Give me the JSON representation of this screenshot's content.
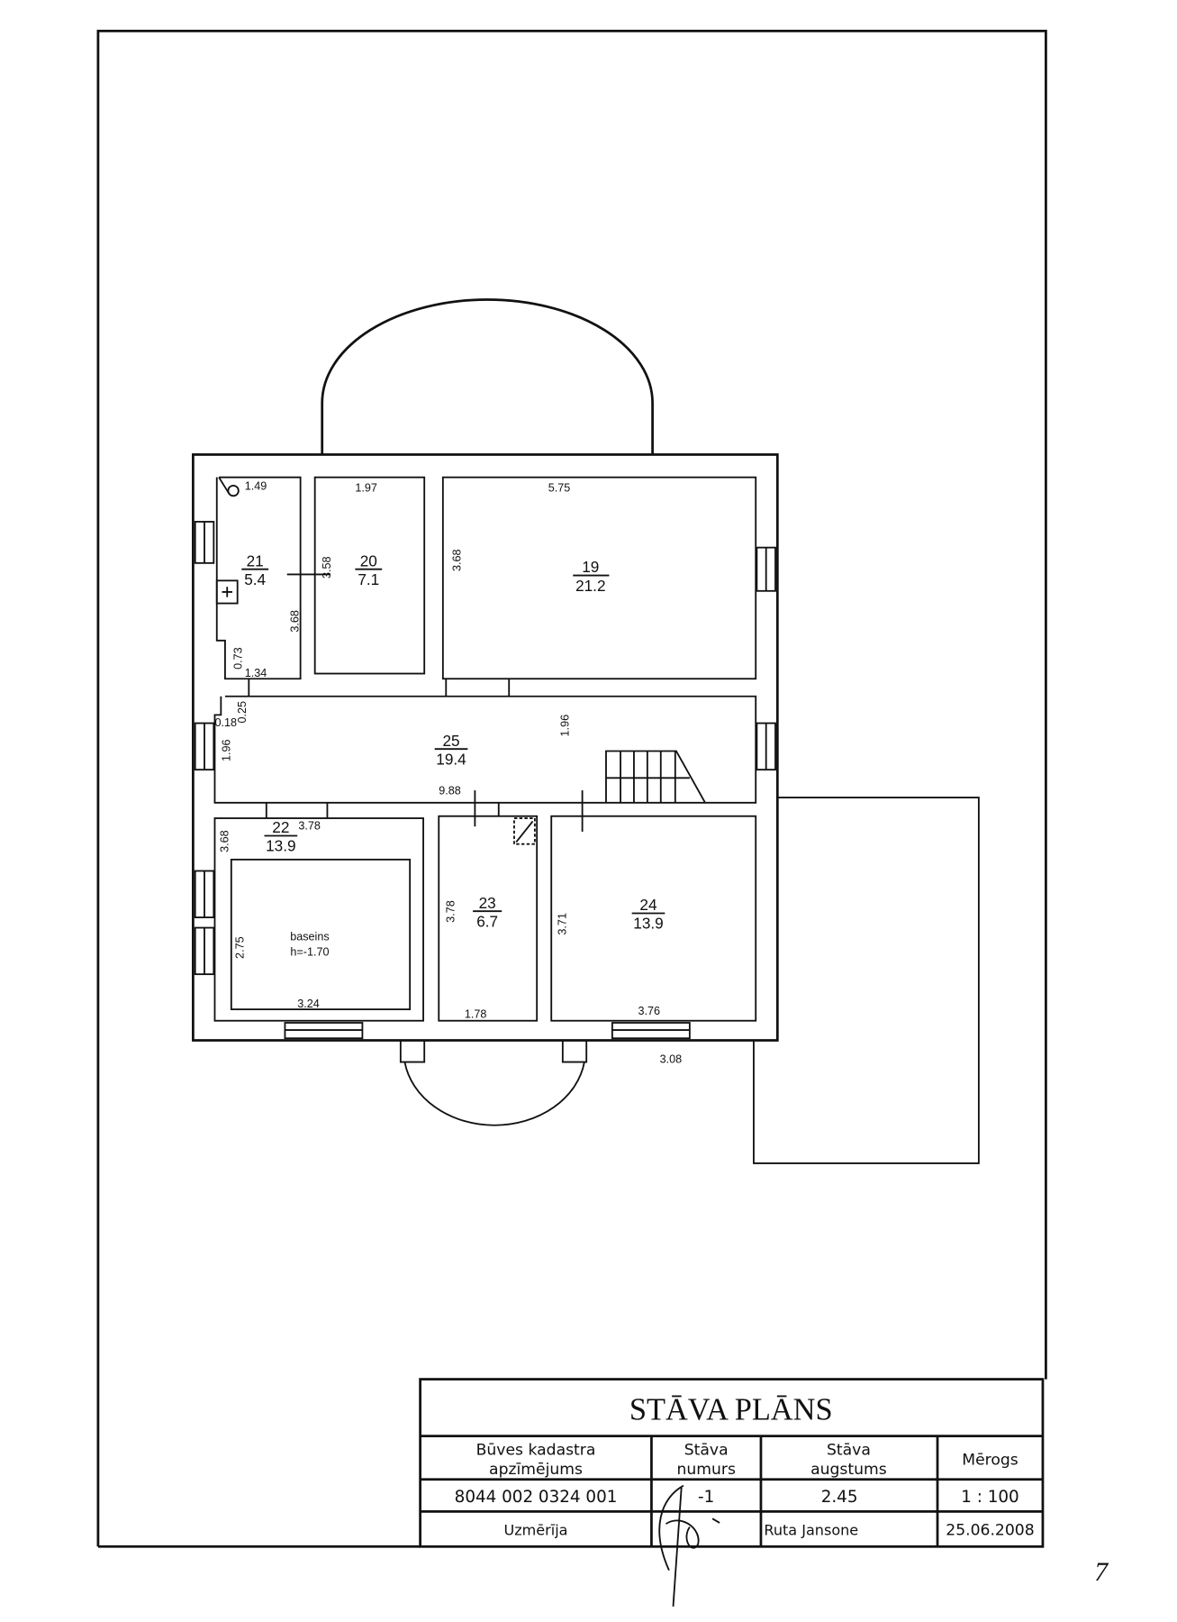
{
  "rooms": [
    {
      "number": "21",
      "area": "5.4"
    },
    {
      "number": "20",
      "area": "7.1"
    },
    {
      "number": "19",
      "area": "21.2"
    },
    {
      "number": "25",
      "area": "19.4"
    },
    {
      "number": "22",
      "area": "13.9"
    },
    {
      "number": "23",
      "area": "6.7"
    },
    {
      "number": "24",
      "area": "13.9"
    }
  ],
  "pool": {
    "label": "baseins",
    "depth": "h=-1.70"
  },
  "dimensions": {
    "d149": "1.49",
    "d197": "1.97",
    "d575": "5.75",
    "d368a": "3.68",
    "d358": "3.58",
    "d368b": "3.68",
    "d073": "0.73",
    "d134": "1.34",
    "d025": "0.25",
    "d018": "0.18",
    "d196a": "1.96",
    "d196b": "1.96",
    "d988": "9.88",
    "d368c": "3.68",
    "d378a": "3.78",
    "d275": "2.75",
    "d324": "3.24",
    "d378b": "3.78",
    "d178": "1.78",
    "d371": "3.71",
    "d376": "3.76",
    "d308": "3.08"
  },
  "title_block": {
    "title": "STĀVA  PLĀNS",
    "h_cadastre_1": "Būves kadastra",
    "h_cadastre_2": "apzīmējums",
    "h_floor_1": "Stāva",
    "h_floor_2": "numurs",
    "h_height_1": "Stāva",
    "h_height_2": "augstums",
    "h_scale": "Mērogs",
    "cadastre": "8044  002  0324  001",
    "floor": "-1",
    "height": "2.45",
    "scale": "1 : 100",
    "surveyor_label": "Uzmērīja",
    "surveyor": "Ruta Jansone",
    "date": "25.06.2008"
  },
  "page_number": "7"
}
